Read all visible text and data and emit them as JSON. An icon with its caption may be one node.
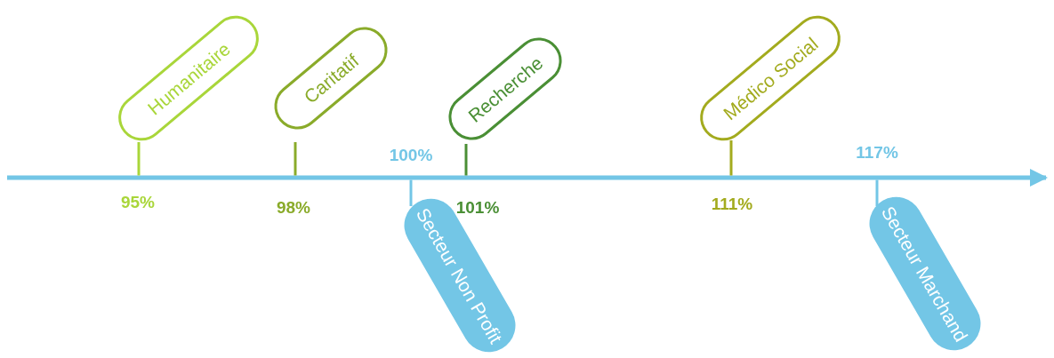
{
  "diagram": {
    "nodes": [
      {
        "text": [
          "Humanitaire"
        ]
      },
      {
        "text": [
          "Caritatif"
        ]
      },
      {
        "text": [
          "Recherche"
        ]
      },
      {
        "text": [
          "Médico Social"
        ]
      },
      {
        "text": [
          "Secteur Non Profit"
        ]
      },
      {
        "text": [
          "Secteur Marchand"
        ]
      },
      {
        "text": [],
        "shape": "bar"
      }
    ],
    "edges": [
      {
        "from": 0,
        "to": 6,
        "arrow": "none",
        "color": "#a9d63a"
      },
      {
        "from": 1,
        "to": 6,
        "arrow": "none",
        "color": "#8aab2a"
      },
      {
        "from": 2,
        "to": 6,
        "arrow": "none",
        "color": "#4a8f35"
      },
      {
        "from": 3,
        "to": 6,
        "arrow": "none",
        "color": "#a3ab1e"
      },
      {
        "from": 4,
        "to": 6,
        "arrow": "none",
        "color": "#73c6e6"
      },
      {
        "from": 5,
        "to": 6,
        "arrow": "none",
        "color": "#73c6e6"
      }
    ],
    "labels": [
      "95%",
      "98%",
      "100%",
      "101%",
      "111%",
      "117%"
    ]
  }
}
